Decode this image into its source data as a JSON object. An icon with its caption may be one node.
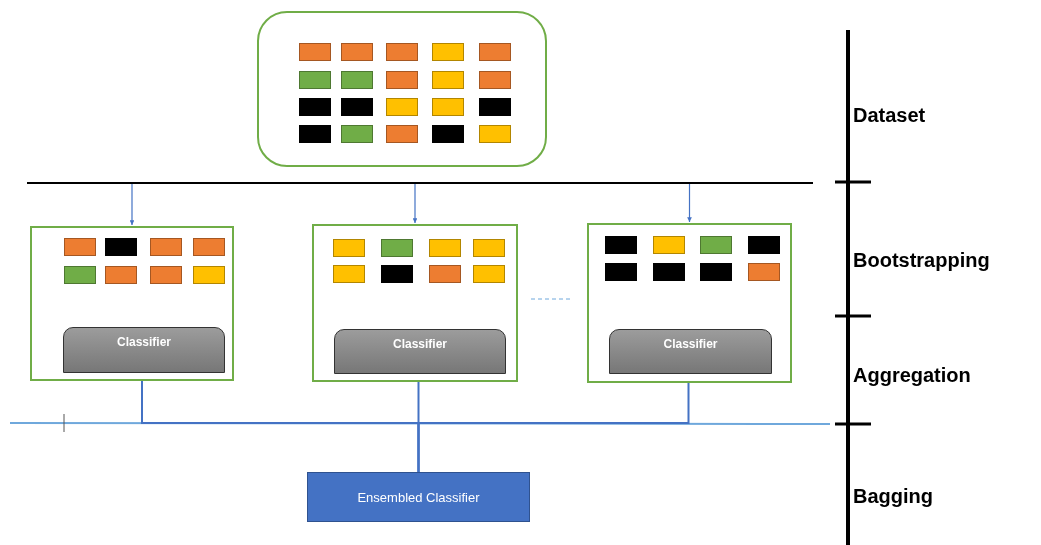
{
  "diagram": {
    "nodes": [
      {
        "text": [],
        "shape": "box"
      },
      {
        "text": [],
        "shape": "box"
      },
      {
        "text": [
          "Classifier"
        ],
        "in": 1
      },
      {
        "text": [],
        "shape": "box"
      },
      {
        "text": [
          "Classifier"
        ],
        "in": 3
      },
      {
        "text": [],
        "shape": "box"
      },
      {
        "text": [
          "Classifier"
        ],
        "in": 5
      },
      {
        "text": [
          "Ensembled Classifier"
        ]
      }
    ],
    "edges": [
      {
        "from": null,
        "to": 1,
        "arrow": "to"
      },
      {
        "from": null,
        "to": 3,
        "arrow": "to"
      },
      {
        "from": null,
        "to": 5,
        "arrow": "to"
      },
      {
        "from": 2,
        "to": 7,
        "arrow": "none"
      },
      {
        "from": 4,
        "to": 7,
        "arrow": "none"
      },
      {
        "from": 6,
        "to": 7,
        "arrow": "none"
      }
    ],
    "labels": [
      "Dataset",
      "Bootstrapping",
      "Aggregation",
      "Bagging"
    ]
  }
}
